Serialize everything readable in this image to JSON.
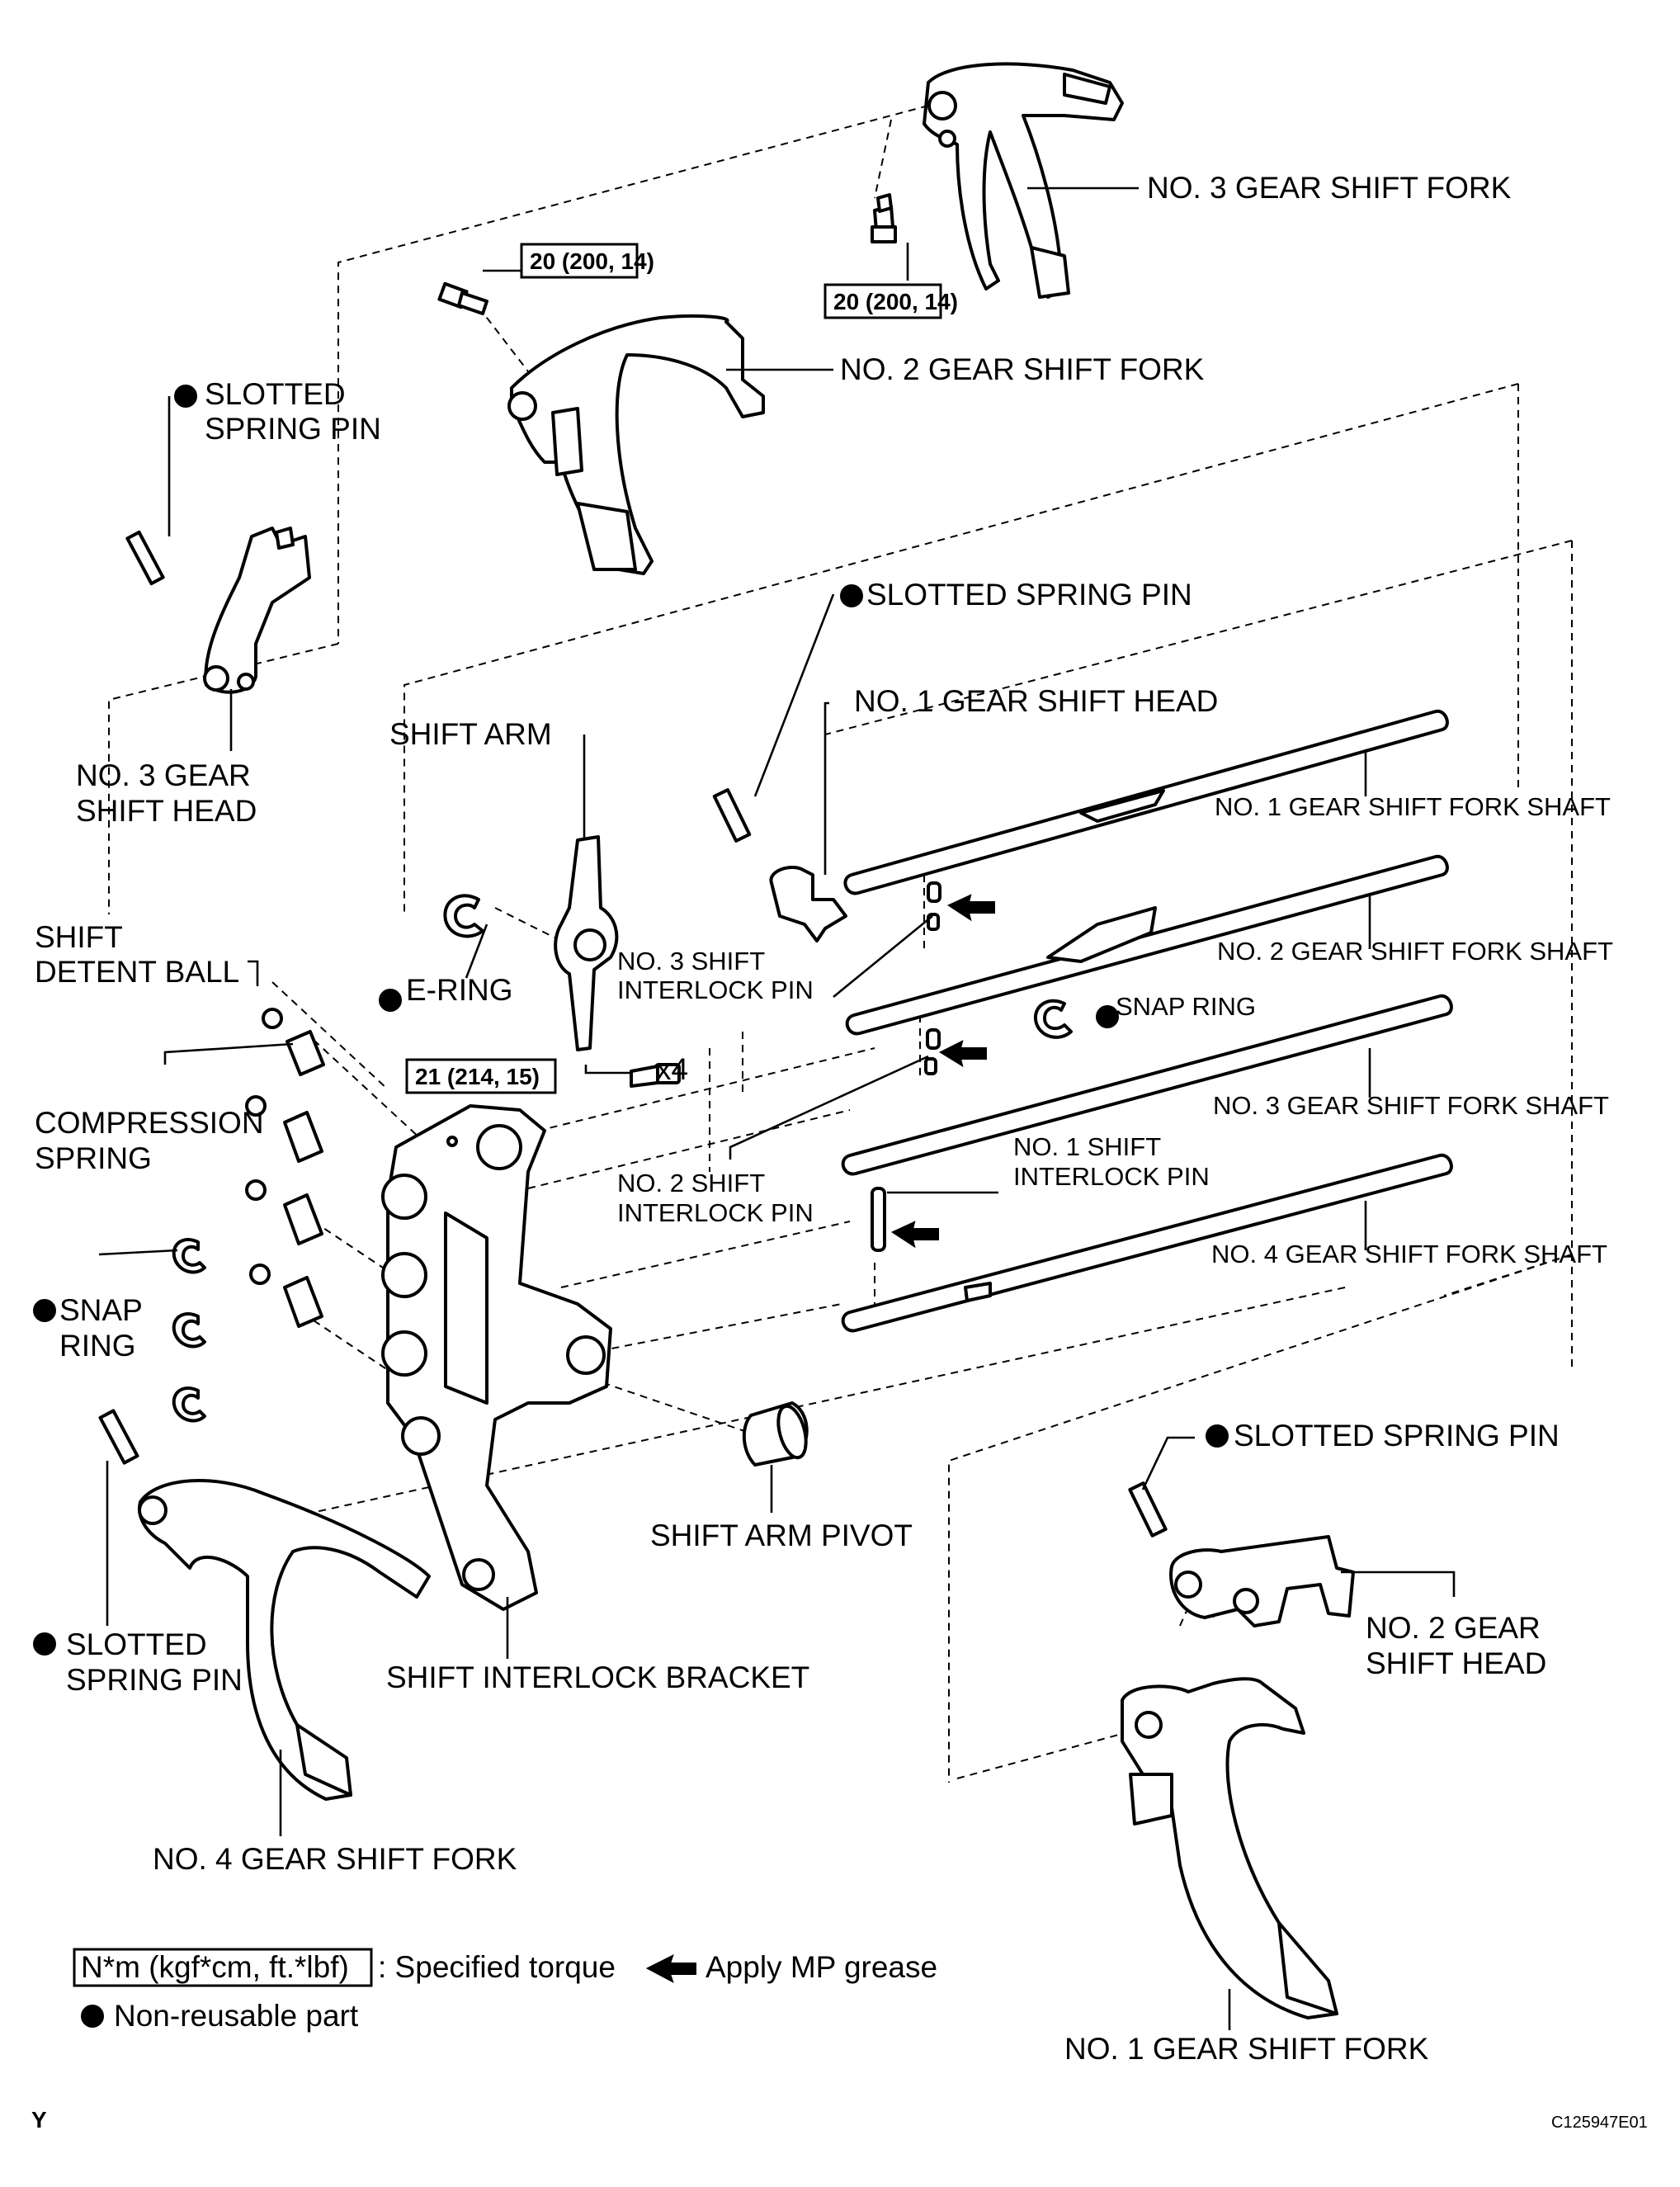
{
  "labels": {
    "no3_gear_shift_fork": "NO. 3 GEAR SHIFT FORK",
    "no2_gear_shift_fork": "NO. 2 GEAR SHIFT FORK",
    "torque_left": "20 (200, 14)",
    "torque_right": "20 (200, 14)",
    "torque_bolt": "21 (214, 15)",
    "bolt_qty": "x4",
    "slotted_pin_tl_1": "SLOTTED",
    "slotted_pin_tl_2": "SPRING PIN",
    "no3_shift_head_1": "NO. 3 GEAR",
    "no3_shift_head_2": "SHIFT HEAD",
    "slotted_pin_mid": "SLOTTED SPRING PIN",
    "no1_shift_head": "NO. 1 GEAR SHIFT HEAD",
    "shift_arm": "SHIFT ARM",
    "no1_fork_shaft": "NO. 1 GEAR SHIFT FORK SHAFT",
    "no2_fork_shaft": "NO. 2 GEAR SHIFT FORK SHAFT",
    "no3_fork_shaft": "NO. 3 GEAR SHIFT FORK SHAFT",
    "no4_fork_shaft": "NO. 4 GEAR SHIFT FORK SHAFT",
    "shift_detent_1": "SHIFT",
    "shift_detent_2": "DETENT BALL",
    "e_ring": "E-RING",
    "no3_interlock_1": "NO. 3 SHIFT",
    "no3_interlock_2": "INTERLOCK PIN",
    "snap_ring_right": "SNAP RING",
    "compression_1": "COMPRESSION",
    "compression_2": "SPRING",
    "no1_interlock_1": "NO. 1 SHIFT",
    "no1_interlock_2": "INTERLOCK PIN",
    "no2_interlock_1": "NO. 2 SHIFT",
    "no2_interlock_2": "INTERLOCK PIN",
    "snap_ring_left_1": "SNAP",
    "snap_ring_left_2": "RING",
    "slotted_pin_br": "SLOTTED SPRING PIN",
    "shift_arm_pivot": "SHIFT ARM PIVOT",
    "slotted_pin_bl_1": "SLOTTED",
    "slotted_pin_bl_2": "SPRING PIN",
    "no2_shift_head_1": "NO. 2 GEAR",
    "no2_shift_head_2": "SHIFT HEAD",
    "shift_interlock_bracket": "SHIFT INTERLOCK BRACKET",
    "no4_gear_shift_fork": "NO. 4 GEAR SHIFT FORK",
    "no1_gear_shift_fork": "NO. 1 GEAR SHIFT FORK"
  },
  "legend": {
    "torque_unit": "N*m (kgf*cm, ft.*lbf)",
    "torque_text": ": Specified torque",
    "grease_text": "Apply MP grease",
    "nonreusable_text": "Non-reusable part"
  },
  "footer": {
    "corner_mark": "Y",
    "figure_code": "C125947E01"
  }
}
